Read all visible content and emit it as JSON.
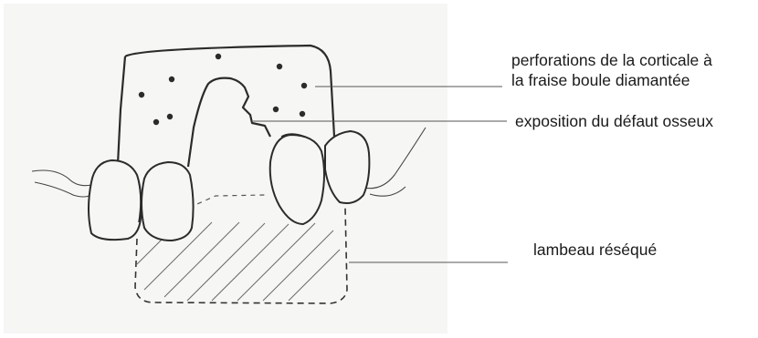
{
  "annotations": {
    "perforations_line1": "perforations de la corticale à",
    "perforations_line2": "la fraise boule diamantée",
    "exposition": "exposition du défaut osseux",
    "lambeau": "lambeau réséqué"
  },
  "colors": {
    "pencil": "#2b2b2b",
    "leader": "#555555",
    "paper": "#f6f6f4"
  }
}
